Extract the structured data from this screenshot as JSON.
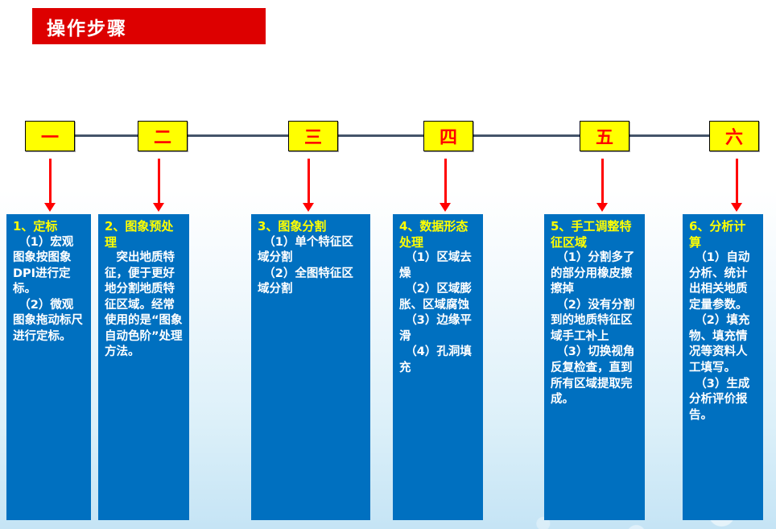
{
  "slide": {
    "title": "操作步骤"
  },
  "timeline": {
    "nodes": [
      {
        "label": "一"
      },
      {
        "label": "二"
      },
      {
        "label": "三"
      },
      {
        "label": "四"
      },
      {
        "label": "五"
      },
      {
        "label": "六"
      }
    ]
  },
  "steps": [
    {
      "heading": "1、定标",
      "body": "　（1）宏观图象按图象DPI进行定标。\n　（2）微观图象拖动标尺进行定标。"
    },
    {
      "heading": "2、图象预处理",
      "body": "　突出地质特征，便于更好地分割地质特征区域。经常使用的是“图象自动色阶”处理方法。"
    },
    {
      "heading": "3、图象分割",
      "body": "　（1）单个特征区域分割\n　（2）全图特征区域分割"
    },
    {
      "heading": "4、数据形态处理",
      "body": "　（1）区域去燥\n　（2）区域膨胀、区域腐蚀\n　（3）边缘平滑\n　（4）孔洞填充"
    },
    {
      "heading": "5、手工调整特征区域",
      "body": "　（1）分割多了的部分用橡皮擦擦掉\n　（2）没有分割到的地质特征区域手工补上\n　（3）切换视角反复检查，直到所有区域提取完成。"
    },
    {
      "heading": "6、分析计算",
      "body": "　（1）自动分析、统计出相关地质定量参数。\n　（2）填充物、填充情况等资料人工填写。\n　（3）生成分析评价报告。"
    }
  ],
  "colors": {
    "banner_red": "#dd0000",
    "node_fill_yellow": "#ffff00",
    "node_numeral_red": "#ff0000",
    "connector_gray": "#44546a",
    "arrow_red": "#ff0000",
    "column_blue": "#0070c0",
    "heading_yellow": "#ffff00",
    "body_white": "#ffffff"
  }
}
